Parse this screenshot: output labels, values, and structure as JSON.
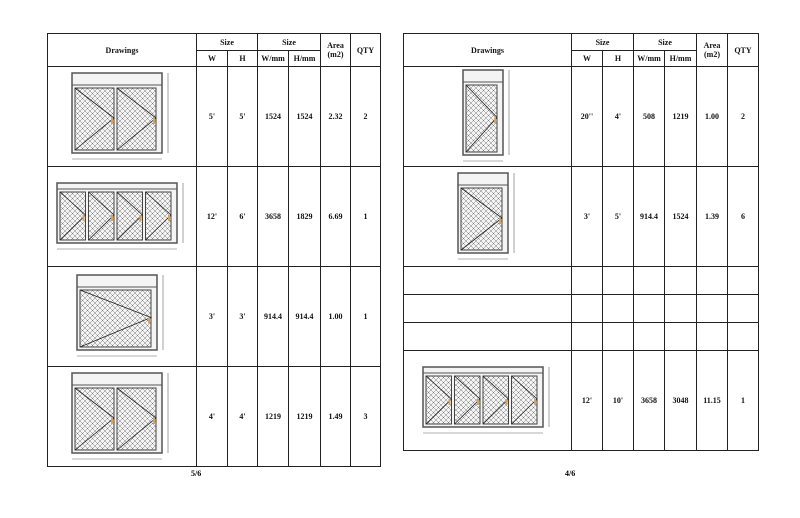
{
  "headers": {
    "drawings": "Drawings",
    "size": "Size",
    "w": "W",
    "h": "H",
    "wmm": "W/mm",
    "hmm": "H/mm",
    "area": "Area (m2)",
    "qty": "QTY"
  },
  "left": {
    "page": "5/6",
    "rows": [
      {
        "w": "5'",
        "h": "5'",
        "wmm": "1524",
        "hmm": "1524",
        "area": "2.32",
        "qty": "2"
      },
      {
        "w": "12'",
        "h": "6'",
        "wmm": "3658",
        "hmm": "1829",
        "area": "6.69",
        "qty": "1"
      },
      {
        "w": "3'",
        "h": "3'",
        "wmm": "914.4",
        "hmm": "914.4",
        "area": "1.00",
        "qty": "1"
      },
      {
        "w": "4'",
        "h": "4'",
        "wmm": "1219",
        "hmm": "1219",
        "area": "1.49",
        "qty": "3"
      }
    ]
  },
  "right": {
    "page": "4/6",
    "rows": [
      {
        "w": "20''",
        "h": "4'",
        "wmm": "508",
        "hmm": "1219",
        "area": "1.00",
        "qty": "2"
      },
      {
        "w": "3'",
        "h": "5'",
        "wmm": "914.4",
        "hmm": "1524",
        "area": "1.39",
        "qty": "6"
      },
      {
        "w": "",
        "h": "",
        "wmm": "",
        "hmm": "",
        "area": "",
        "qty": ""
      },
      {
        "w": "",
        "h": "",
        "wmm": "",
        "hmm": "",
        "area": "",
        "qty": ""
      },
      {
        "w": "",
        "h": "",
        "wmm": "",
        "hmm": "",
        "area": "",
        "qty": ""
      },
      {
        "w": "12'",
        "h": "10'",
        "wmm": "3658",
        "hmm": "3048",
        "area": "11.15",
        "qty": "1"
      }
    ]
  }
}
